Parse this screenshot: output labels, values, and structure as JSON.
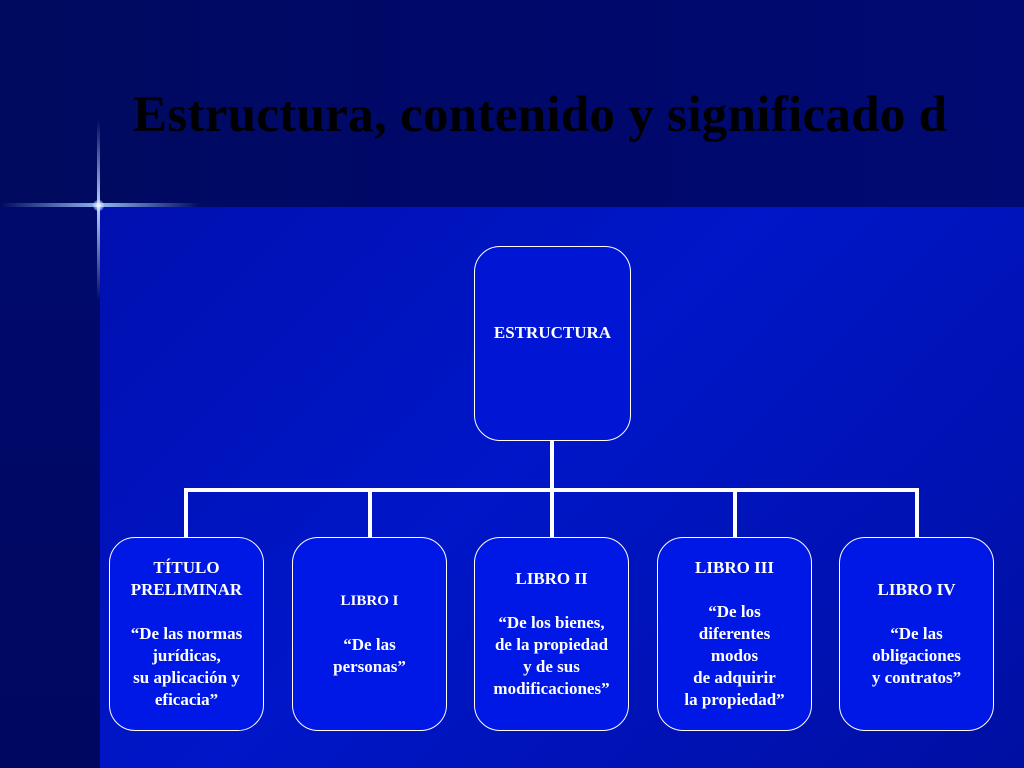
{
  "slide": {
    "title": "Estructura, contenido y significado d"
  },
  "diagram": {
    "root": {
      "label": "ESTRUCTURA"
    },
    "children": [
      {
        "heading": [
          "TÍTULO",
          "PRELIMINAR"
        ],
        "description": [
          "“De las normas",
          "jurídicas,",
          "su aplicación y",
          "eficacia”"
        ]
      },
      {
        "heading": [
          "LIBRO  I"
        ],
        "description": [
          "“De las",
          "personas”"
        ]
      },
      {
        "heading": [
          "LIBRO II"
        ],
        "description": [
          "“De los bienes,",
          "de la propiedad",
          "y de sus",
          "modificaciones”"
        ]
      },
      {
        "heading": [
          "LIBRO III"
        ],
        "description": [
          "“De los",
          "diferentes",
          "modos",
          "de adquirir",
          "la propiedad”"
        ]
      },
      {
        "heading": [
          "LIBRO IV"
        ],
        "description": [
          "“De las",
          "obligaciones",
          "y contratos”"
        ]
      }
    ]
  },
  "colors": {
    "background": "#000873",
    "node_fill": "#0018e6",
    "node_border": "#ffffff",
    "text": "#ffffff",
    "title_text": "#000000"
  }
}
